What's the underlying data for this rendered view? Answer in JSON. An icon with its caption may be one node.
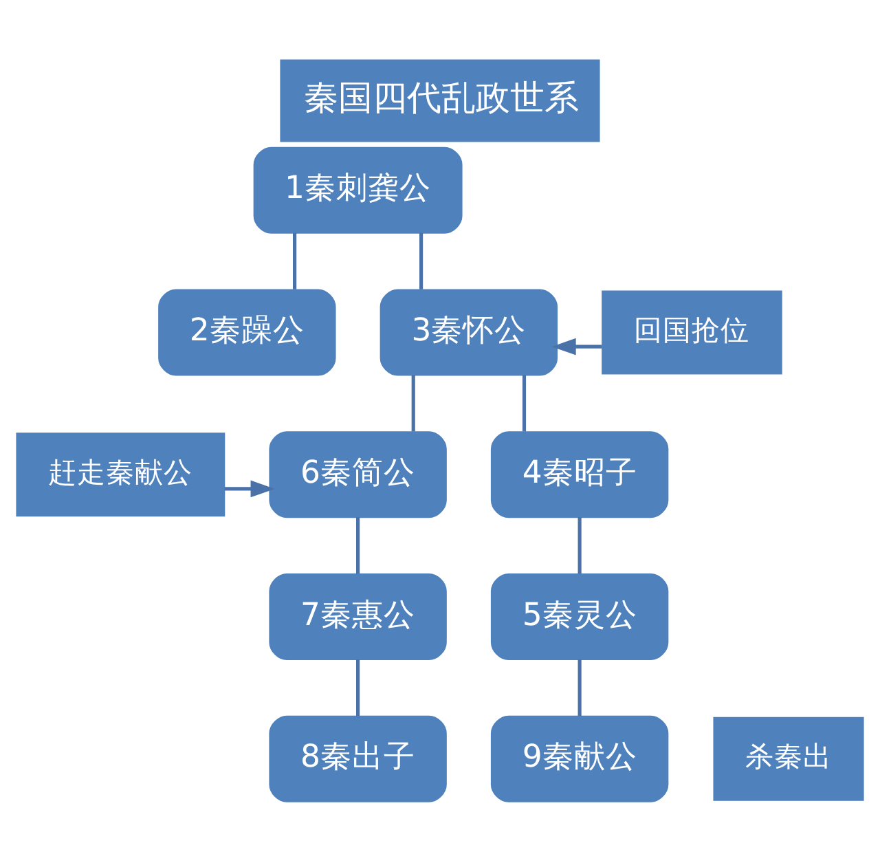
{
  "diagram": {
    "title": "秦国四代乱政世系",
    "nodes": [
      {
        "text": [
          "1秦刺龚公"
        ]
      },
      {
        "text": [
          "2秦躁公"
        ]
      },
      {
        "text": [
          "3秦怀公"
        ]
      },
      {
        "text": [
          "回国抢位"
        ]
      },
      {
        "text": [
          "赶走秦献公"
        ]
      },
      {
        "text": [
          "6秦简公"
        ]
      },
      {
        "text": [
          "4秦昭子"
        ]
      },
      {
        "text": [
          "7秦惠公"
        ]
      },
      {
        "text": [
          "5秦灵公"
        ]
      },
      {
        "text": [
          "8秦出子"
        ]
      },
      {
        "text": [
          "9秦献公"
        ]
      },
      {
        "text": [
          "杀秦出"
        ]
      }
    ],
    "edges": [
      {
        "from": 0,
        "to": 1,
        "arrow": "none"
      },
      {
        "from": 0,
        "to": 2,
        "arrow": "none"
      },
      {
        "from": 3,
        "to": 2,
        "arrow": "to"
      },
      {
        "from": 2,
        "to": 5,
        "arrow": "none"
      },
      {
        "from": 2,
        "to": 6,
        "arrow": "none"
      },
      {
        "from": 4,
        "to": 5,
        "arrow": "to"
      },
      {
        "from": 5,
        "to": 7,
        "arrow": "none"
      },
      {
        "from": 7,
        "to": 9,
        "arrow": "none"
      },
      {
        "from": 6,
        "to": 8,
        "arrow": "none"
      },
      {
        "from": 8,
        "to": 10,
        "arrow": "none"
      }
    ]
  }
}
